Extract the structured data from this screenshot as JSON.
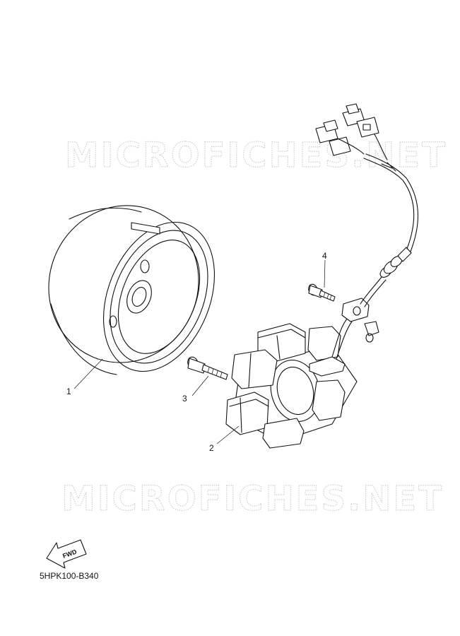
{
  "watermarks": [
    "MICROFICHES.NET",
    "MICROFICHES.NET"
  ],
  "callouts": [
    {
      "label": "1",
      "part": "flywheel-rotor"
    },
    {
      "label": "2",
      "part": "stator-assembly"
    },
    {
      "label": "3",
      "part": "bolt"
    },
    {
      "label": "4",
      "part": "bolt"
    }
  ],
  "fwd_label": "FWD",
  "diagram_code": "5HPK100-B340"
}
